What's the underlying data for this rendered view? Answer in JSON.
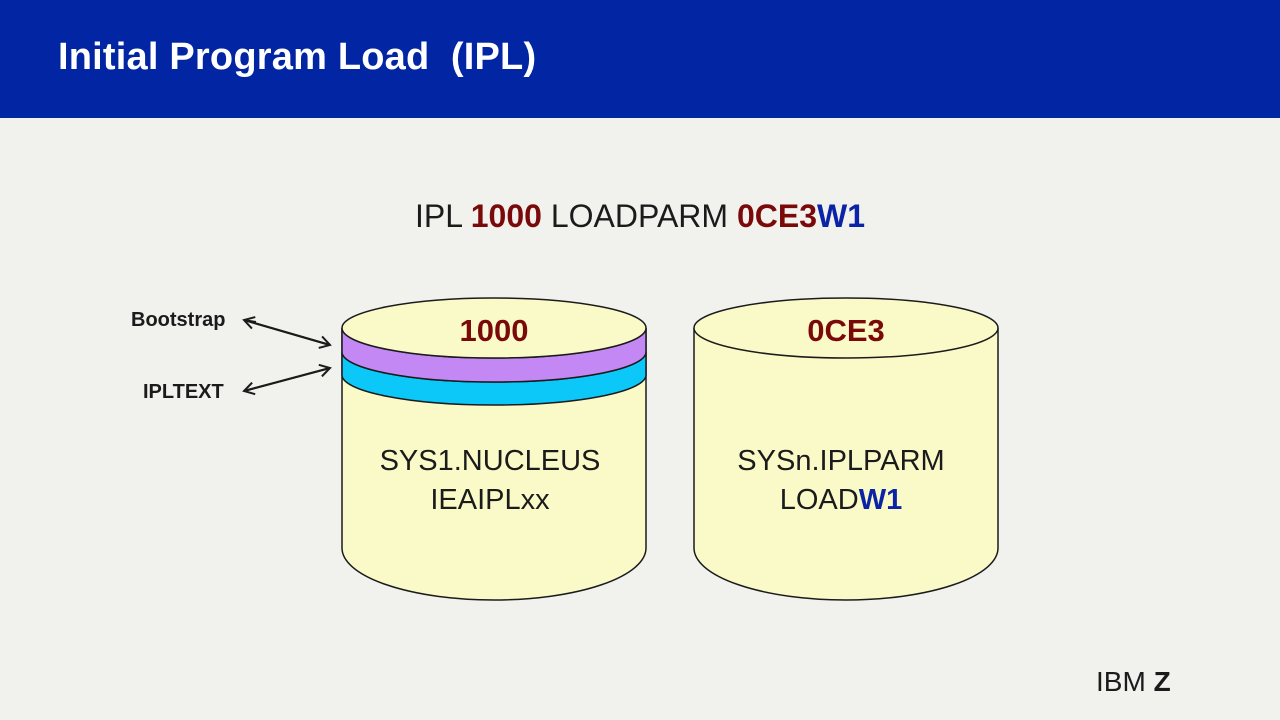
{
  "header": {
    "title": "Initial Program Load  (IPL)"
  },
  "command": {
    "prefix": "IPL ",
    "device": "1000",
    "middle": " LOADPARM ",
    "parm_device": "0CE3",
    "parm_suffix": "W1"
  },
  "left_volume": {
    "label": "1000",
    "line1": "SYS1.NUCLEUS",
    "line2": "IEAIPLxx",
    "band_colors": {
      "bootstrap": "#c488f5",
      "ipltext": "#0cc8f8"
    }
  },
  "right_volume": {
    "label": "0CE3",
    "line1": "SYSn.IPLPARM",
    "line2_prefix": "LOAD",
    "line2_suffix": "W1"
  },
  "annotations": {
    "bootstrap": "Bootstrap",
    "ipltext": "IPLTEXT"
  },
  "brand": {
    "name": "IBM",
    "product": "Z"
  },
  "colors": {
    "header_bg": "#0226a3",
    "cylinder_fill": "#fafac8",
    "accent_red": "#7a0a0a",
    "accent_blue": "#0b24a6"
  }
}
